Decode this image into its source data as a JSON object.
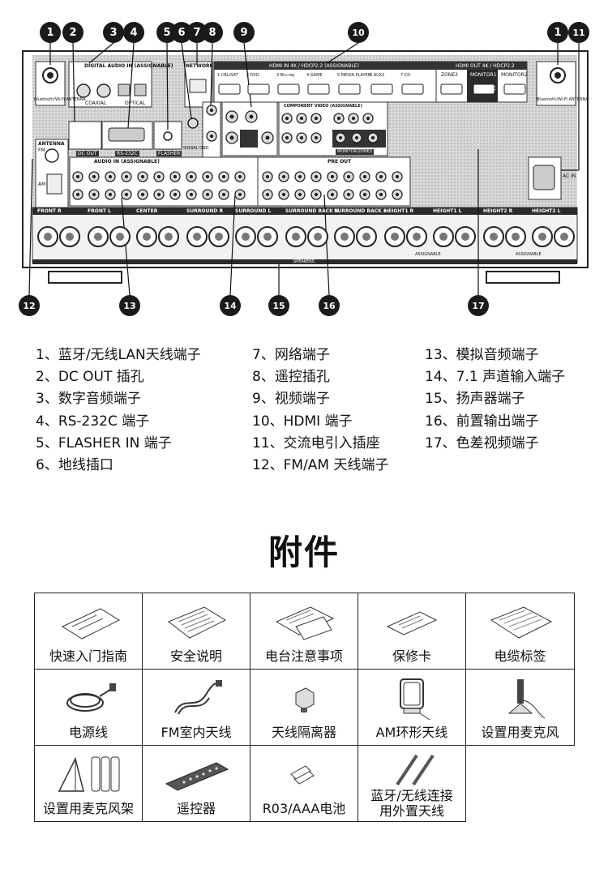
{
  "callouts": [
    "1",
    "2",
    "3",
    "4",
    "5",
    "6",
    "7",
    "8",
    "9",
    "10",
    "1",
    "11",
    "12",
    "13",
    "14",
    "15",
    "16",
    "17"
  ],
  "panel": {
    "labels": {
      "digital_audio": "DIGITAL AUDIO IN (ASSIGNABLE)",
      "network": "NETWORK",
      "hdmi_in": "HDMI IN 4K / HDCP2.2 (ASSIGNABLE)",
      "hdmi_out": "HDMI OUT 4K / HDCP2.2",
      "bt_antenna_left": "Bluetooth/Wi-Fi ANTENNA",
      "bt_antenna_right": "Bluetooth/Wi-Fi ANTENNA",
      "coaxial": "COAXIAL",
      "optical": "OPTICAL",
      "dc_out": "DC OUT",
      "rs232c": "RS-232C",
      "flasher": "FLASHER",
      "signal_gnd": "SIGNAL GND",
      "antenna": "ANTENNA",
      "fm": "FM",
      "am": "AM",
      "audio_in": "AUDIO IN (ASSIGNABLE)",
      "pre_out": "PRE OUT",
      "component": "COMPONENT VIDEO (ASSIGNABLE)",
      "monitor": "MONITOR/ZONE2",
      "ac_in": "AC IN",
      "speakers": "SPEAKERS",
      "assignable_1": "ASSIGNABLE",
      "assignable_2": "ASSIGNABLE",
      "zone2": "ZONE2",
      "monitor1": "MONITOR1",
      "monitor2": "MONITOR2",
      "arc": "ARC"
    },
    "speaker_groups": [
      "FRONT R",
      "FRONT L",
      "CENTER",
      "SURROUND R",
      "SURROUND L",
      "SURROUND BACK R",
      "SURROUND BACK L",
      "HEIGHT1 R",
      "HEIGHT1 L",
      "HEIGHT2 R",
      "HEIGHT2 L"
    ],
    "hdmi_inputs": [
      "1 CBL/SAT",
      "2 DVD",
      "3 Blu-ray",
      "4 GAME",
      "5 MEDIA PLAYER",
      "6 AUX2",
      "7 CD"
    ]
  },
  "legend": {
    "col1": [
      "1、蓝牙/无线LAN天线端子",
      "2、DC OUT 插孔",
      "3、数字音频端子",
      "4、RS-232C 端子",
      "5、FLASHER IN 端子",
      "6、地线插口"
    ],
    "col2": [
      "7、网络端子",
      "8、遥控插孔",
      "9、视频端子",
      "10、HDMI 端子",
      "11、交流电引入插座",
      "12、FM/AM 天线端子"
    ],
    "col3": [
      "13、模拟音频端子",
      "14、7.1 声道输入端子",
      "15、扬声器端子",
      "16、前置输出端子",
      "17、色差视频端子"
    ]
  },
  "accessories": {
    "title": "附件",
    "items": [
      {
        "label": "快速入门指南",
        "icon": "booklet-icon"
      },
      {
        "label": "安全说明",
        "icon": "document-icon"
      },
      {
        "label": "电台注意事项",
        "icon": "notice-sheet-icon"
      },
      {
        "label": "保修卡",
        "icon": "warranty-card-icon"
      },
      {
        "label": "电缆标签",
        "icon": "cable-label-sheet-icon"
      },
      {
        "label": "电源线",
        "icon": "power-cord-icon"
      },
      {
        "label": "FM室内天线",
        "icon": "fm-antenna-icon"
      },
      {
        "label": "天线隔离器",
        "icon": "antenna-isolator-icon"
      },
      {
        "label": "AM环形天线",
        "icon": "am-loop-antenna-icon"
      },
      {
        "label": "设置用麦克风",
        "icon": "setup-microphone-icon"
      },
      {
        "label": "设置用麦克风架",
        "icon": "microphone-stand-icon"
      },
      {
        "label": "遥控器",
        "icon": "remote-control-icon"
      },
      {
        "label": "R03/AAA电池",
        "icon": "battery-icon"
      },
      {
        "label": "蓝牙/无线连接\n用外置天线",
        "icon": "external-antenna-icon"
      }
    ]
  }
}
